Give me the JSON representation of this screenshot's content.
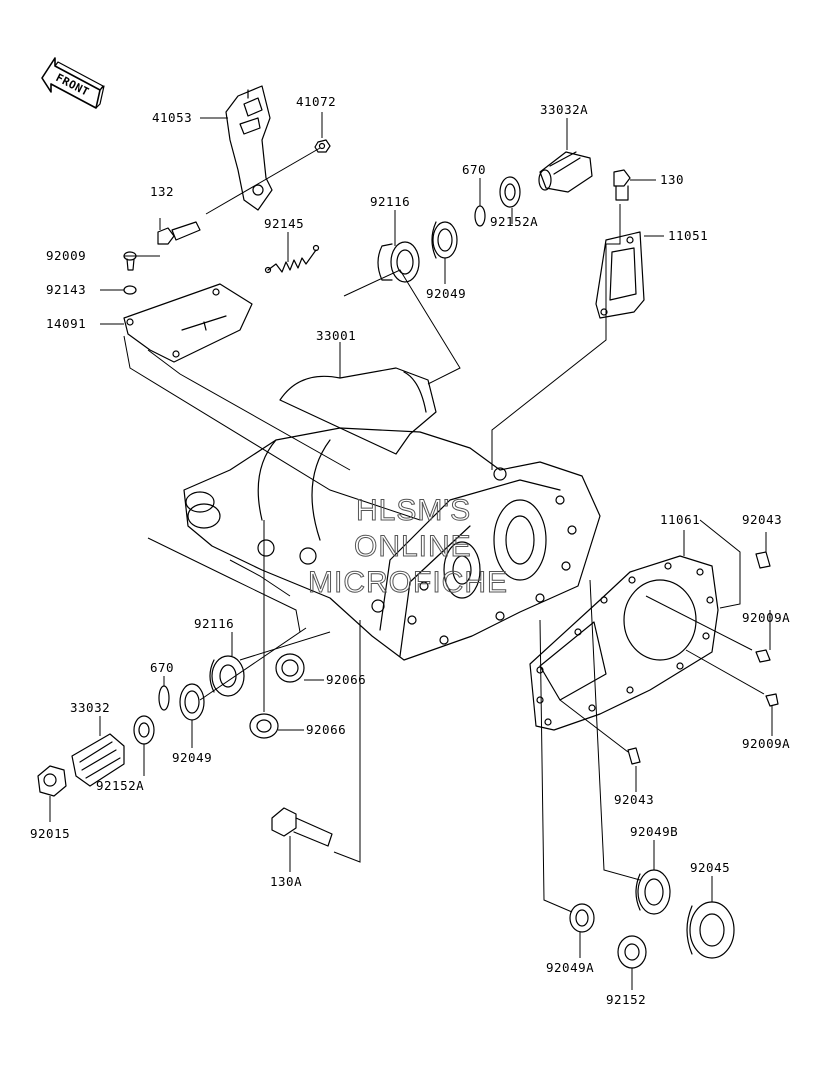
{
  "front_label": "FRONT",
  "watermark": [
    "HLSM'S",
    "ONLINE",
    "MICROFICHE"
  ],
  "parts": {
    "p41053": "41053",
    "p41072": "41072",
    "p132": "132",
    "p92009": "92009",
    "p92143": "92143",
    "p14091": "14091",
    "p92145": "92145",
    "p33001": "33001",
    "p92116_top": "92116",
    "p92049_top": "92049",
    "p670_top": "670",
    "p92152A_top": "92152A",
    "p33032A": "33032A",
    "p130": "130",
    "p11051": "11051",
    "p11061": "11061",
    "p92043_top": "92043",
    "p92009A_1": "92009A",
    "p92009A_2": "92009A",
    "p92043_bot": "92043",
    "p92116_bot": "92116",
    "p670_bot": "670",
    "p33032": "33032",
    "p92049_bot": "92049",
    "p92152A_bot": "92152A",
    "p92015": "92015",
    "p92066_1": "92066",
    "p92066_2": "92066",
    "p130A": "130A",
    "p92049B": "92049B",
    "p92045": "92045",
    "p92049A": "92049A",
    "p92152": "92152"
  }
}
